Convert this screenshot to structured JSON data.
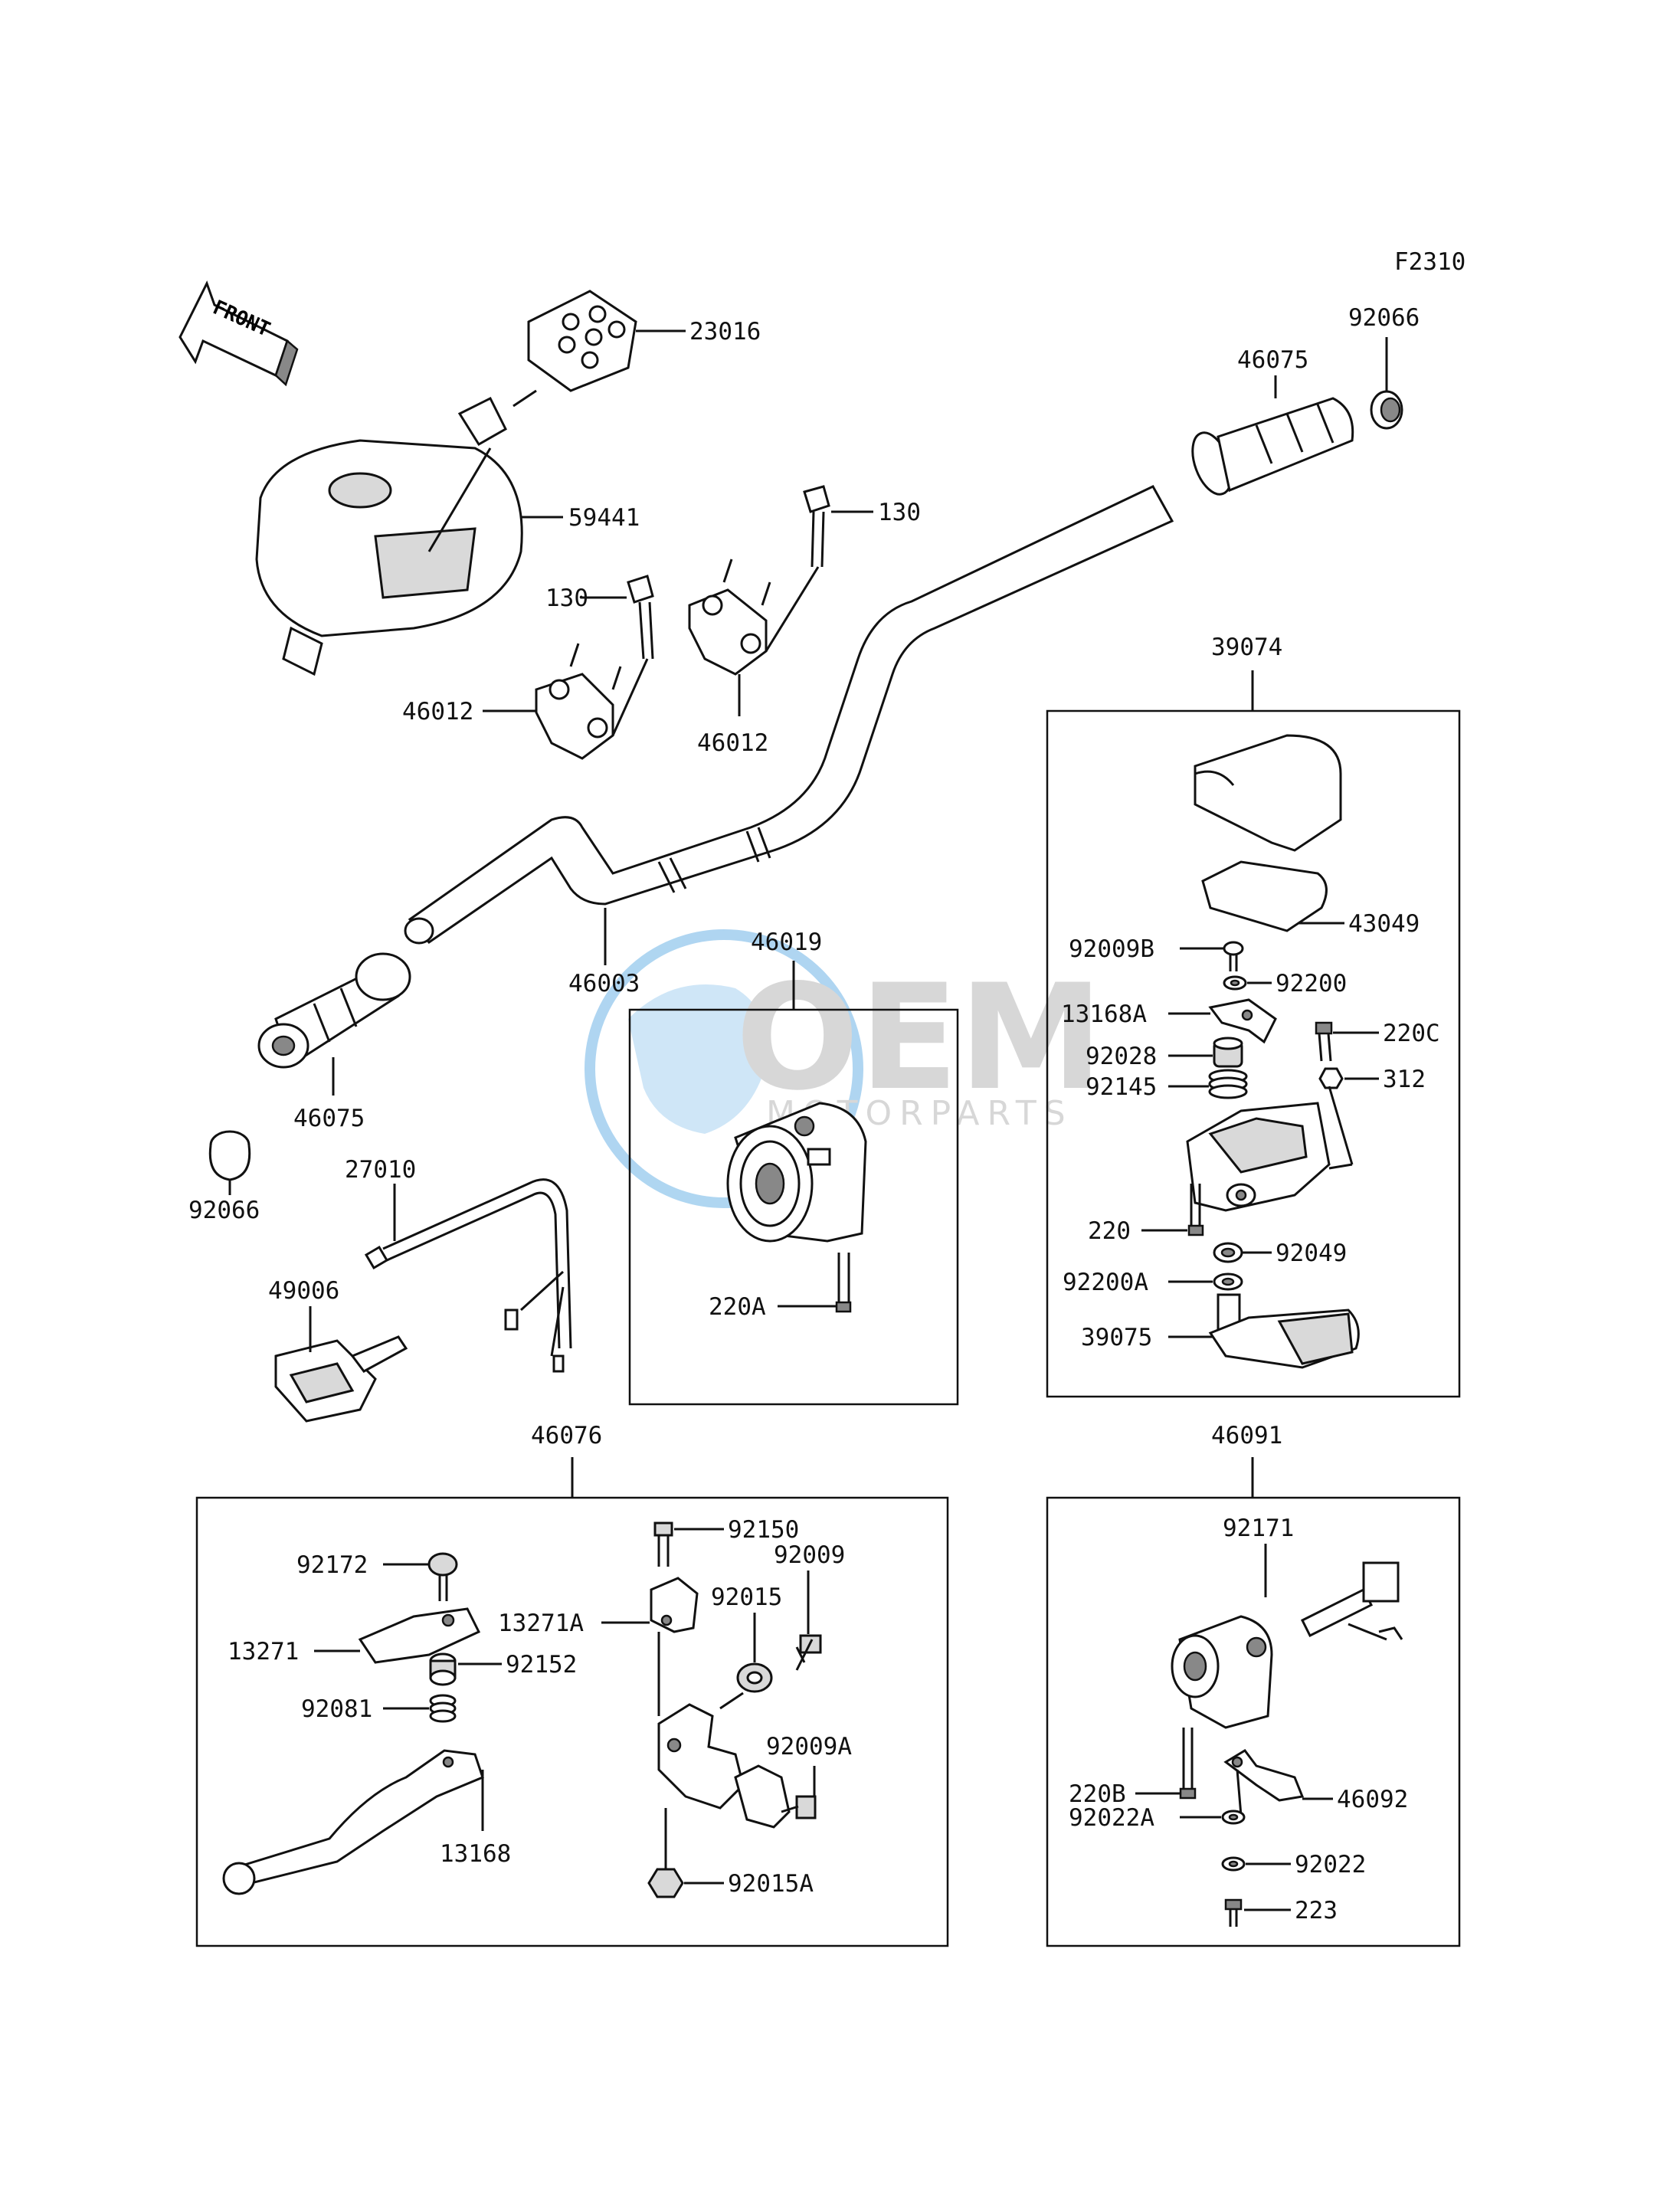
{
  "diagram": {
    "code": "F2310",
    "front_label": "FRONT"
  },
  "watermark": {
    "brand": "OEM",
    "tagline": "MOTORPARTS",
    "colors": {
      "globe": "#6eb4e6",
      "letters": "#b8b8b8"
    }
  },
  "labels": {
    "l23016": "23016",
    "l59441": "59441",
    "l130a": "130",
    "l130b": "130",
    "l46012a": "46012",
    "l46012b": "46012",
    "l46003": "46003",
    "l46075a": "46075",
    "l92066a": "92066",
    "l46075b": "46075",
    "l92066b": "92066",
    "l27010": "27010",
    "l49006": "49006",
    "l46019": "46019",
    "l220A": "220A",
    "l39074": "39074",
    "l43049": "43049",
    "l92009B": "92009B",
    "l92200": "92200",
    "l13168A": "13168A",
    "l220C": "220C",
    "l92028": "92028",
    "l92145": "92145",
    "l312": "312",
    "l220": "220",
    "l92049": "92049",
    "l92200A": "92200A",
    "l39075": "39075",
    "l46076": "46076",
    "l92150": "92150",
    "l92009": "92009",
    "l92172": "92172",
    "l92015": "92015",
    "l13271A": "13271A",
    "l13271": "13271",
    "l92152": "92152",
    "l92081": "92081",
    "l92009A": "92009A",
    "l13168": "13168",
    "l92015A": "92015A",
    "l46091": "46091",
    "l92171": "92171",
    "l220B": "220B",
    "l46092": "46092",
    "l92022A": "92022A",
    "l92022": "92022",
    "l223": "223"
  }
}
